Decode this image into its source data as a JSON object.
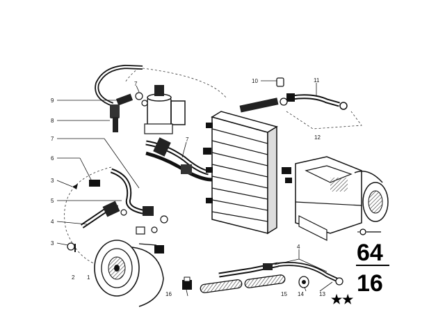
{
  "diagram": {
    "group_number": "64",
    "subgroup_number": "16",
    "markers": "★★",
    "callouts": [
      "1",
      "2",
      "3",
      "3",
      "4",
      "4",
      "5",
      "6",
      "7",
      "7",
      "7",
      "8",
      "9",
      "10",
      "11",
      "12",
      "13",
      "14",
      "15",
      "16"
    ]
  }
}
